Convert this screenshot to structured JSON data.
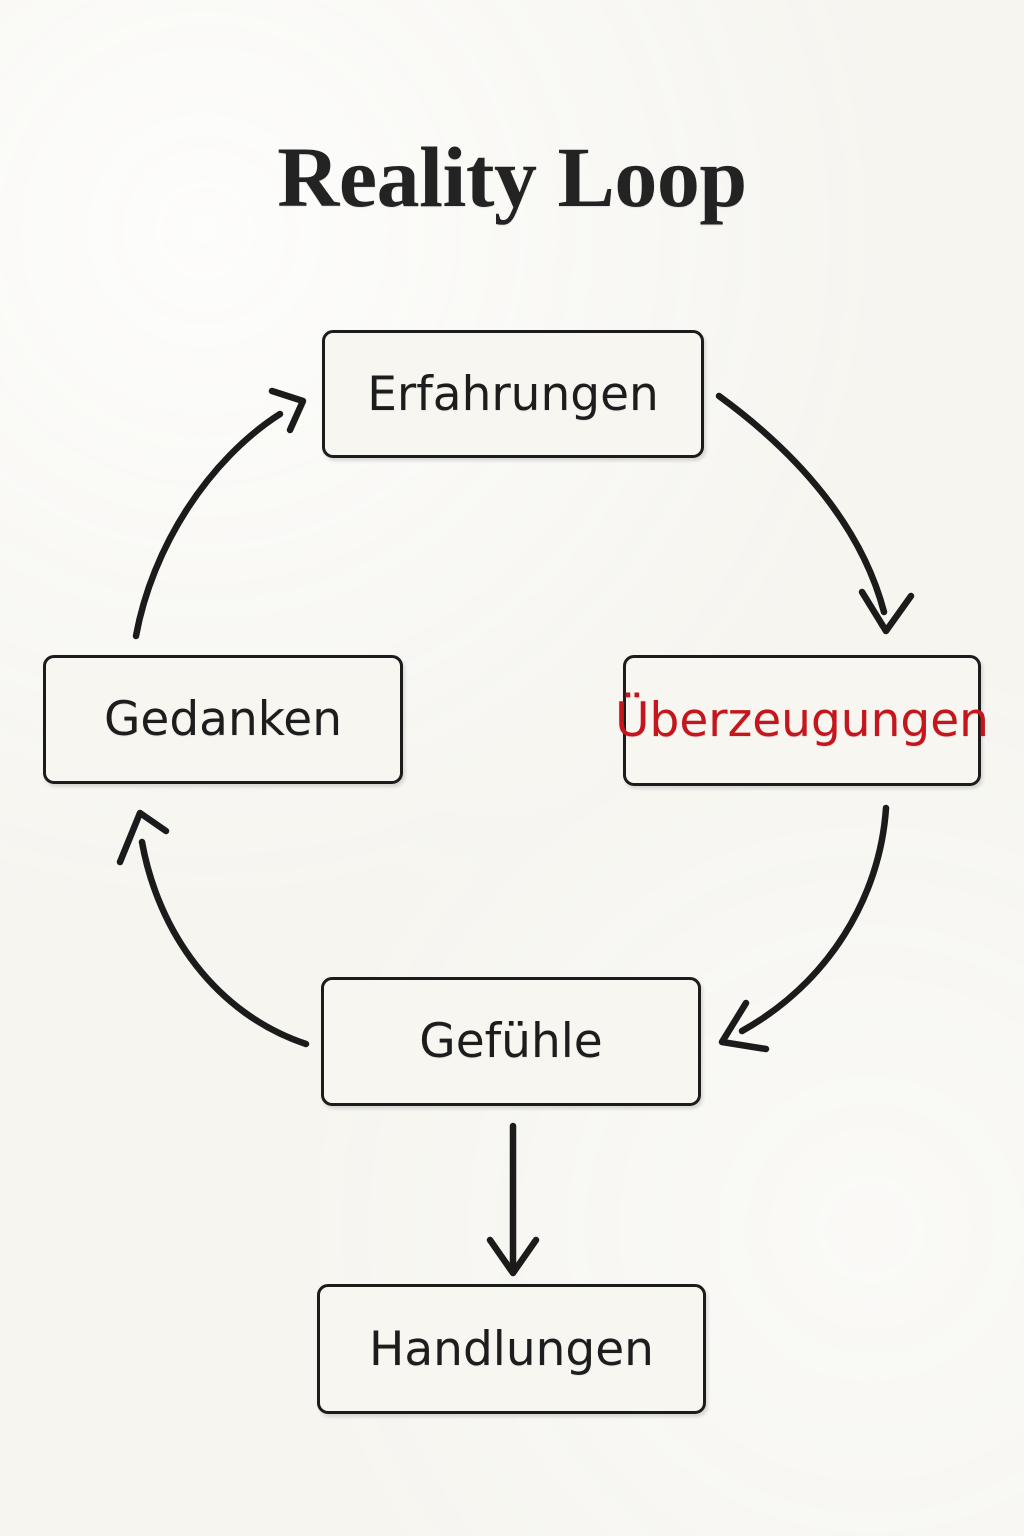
{
  "page": {
    "title": "Reality Loop",
    "background_color": "#f6f5f0",
    "ink_color": "#1c1c1c",
    "accent_color": "#c4161c"
  },
  "diagram": {
    "type": "cycle-flowchart",
    "nodes": [
      {
        "id": "erfahrungen",
        "label": "Erfahrungen",
        "color": "#1d1d1d"
      },
      {
        "id": "ueberzeugungen",
        "label": "Überzeugungen",
        "color": "#c4161c"
      },
      {
        "id": "gefuehle",
        "label": "Gefühle",
        "color": "#1d1d1d"
      },
      {
        "id": "gedanken",
        "label": "Gedanken",
        "color": "#1d1d1d"
      },
      {
        "id": "handlungen",
        "label": "Handlungen",
        "color": "#1d1d1d"
      }
    ],
    "edges": [
      {
        "from": "erfahrungen",
        "to": "ueberzeugungen",
        "style": "curved"
      },
      {
        "from": "ueberzeugungen",
        "to": "gefuehle",
        "style": "curved"
      },
      {
        "from": "gefuehle",
        "to": "gedanken",
        "style": "curved"
      },
      {
        "from": "gedanken",
        "to": "erfahrungen",
        "style": "curved"
      },
      {
        "from": "gefuehle",
        "to": "handlungen",
        "style": "straight"
      }
    ]
  }
}
